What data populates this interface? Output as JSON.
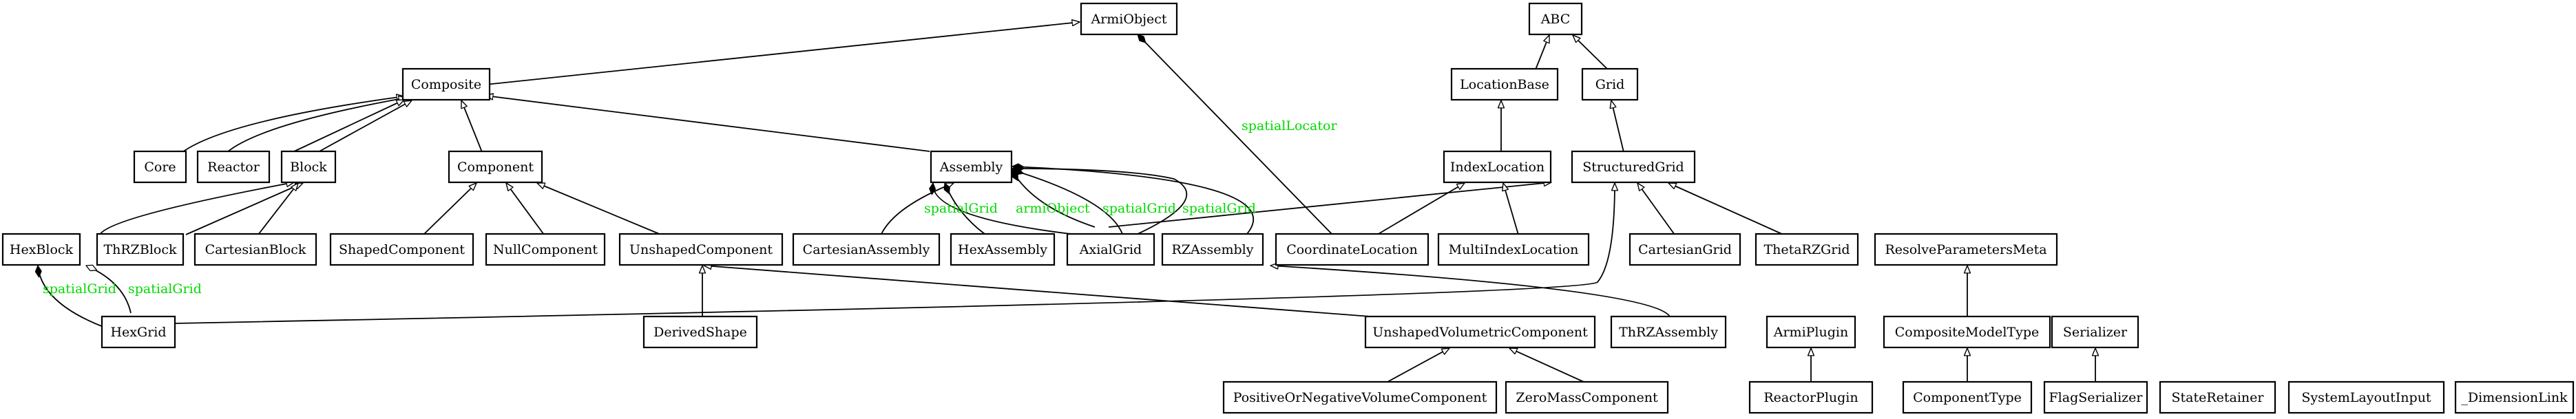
{
  "diagram": {
    "label_color": "#00d900",
    "nodes": {
      "ArmiObject": "ArmiObject",
      "ABC": "ABC",
      "LocationBase": "LocationBase",
      "Grid": "Grid",
      "Composite": "Composite",
      "IndexLocation": "IndexLocation",
      "StructuredGrid": "StructuredGrid",
      "Core": "Core",
      "Reactor": "Reactor",
      "Block": "Block",
      "Component": "Component",
      "Assembly": "Assembly",
      "HexBlock": "HexBlock",
      "ThRZBlock": "ThRZBlock",
      "CartesianBlock": "CartesianBlock",
      "ShapedComponent": "ShapedComponent",
      "NullComponent": "NullComponent",
      "UnshapedComponent": "UnshapedComponent",
      "CartesianAssembly": "CartesianAssembly",
      "HexAssembly": "HexAssembly",
      "AxialGrid": "AxialGrid",
      "RZAssembly": "RZAssembly",
      "CoordinateLocation": "CoordinateLocation",
      "MultiIndexLocation": "MultiIndexLocation",
      "CartesianGrid": "CartesianGrid",
      "ThetaRZGrid": "ThetaRZGrid",
      "ResolveParametersMeta": "ResolveParametersMeta",
      "HexGrid": "HexGrid",
      "DerivedShape": "DerivedShape",
      "UnshapedVolumetricComponent": "UnshapedVolumetricComponent",
      "ThRZAssembly": "ThRZAssembly",
      "ArmiPlugin": "ArmiPlugin",
      "CompositeModelType": "CompositeModelType",
      "Serializer": "Serializer",
      "PositiveOrNegativeVolumeComponent": "PositiveOrNegativeVolumeComponent",
      "ZeroMassComponent": "ZeroMassComponent",
      "ReactorPlugin": "ReactorPlugin",
      "ComponentType": "ComponentType",
      "FlagSerializer": "FlagSerializer",
      "StateRetainer": "StateRetainer",
      "SystemLayoutInput": "SystemLayoutInput",
      "DimensionLink": "_DimensionLink"
    },
    "edge_labels": {
      "spatialLocator": "spatialLocator",
      "asm_spatialGrid_1": "spatialGrid",
      "asm_armiObject": "armiObject",
      "asm_spatialGrid_2": "spatialGrid",
      "asm_spatialGrid_3": "spatialGrid",
      "hex_spatialGrid_1": "spatialGrid",
      "hex_spatialGrid_2": "spatialGrid"
    },
    "inheritance": [
      [
        "Composite",
        "ArmiObject"
      ],
      [
        "LocationBase",
        "ABC"
      ],
      [
        "Grid",
        "ABC"
      ],
      [
        "IndexLocation",
        "LocationBase"
      ],
      [
        "StructuredGrid",
        "Grid"
      ],
      [
        "Core",
        "Composite"
      ],
      [
        "Reactor",
        "Composite"
      ],
      [
        "Block",
        "Composite"
      ],
      [
        "Component",
        "Composite"
      ],
      [
        "Assembly",
        "Composite"
      ],
      [
        "HexBlock",
        "Block"
      ],
      [
        "ThRZBlock",
        "Block"
      ],
      [
        "CartesianBlock",
        "Block"
      ],
      [
        "ShapedComponent",
        "Component"
      ],
      [
        "NullComponent",
        "Component"
      ],
      [
        "UnshapedComponent",
        "Component"
      ],
      [
        "CartesianAssembly",
        "Assembly"
      ],
      [
        "HexAssembly",
        "Assembly"
      ],
      [
        "RZAssembly",
        "Assembly"
      ],
      [
        "AxialGrid",
        "StructuredGrid"
      ],
      [
        "CoordinateLocation",
        "IndexLocation"
      ],
      [
        "MultiIndexLocation",
        "IndexLocation"
      ],
      [
        "CartesianGrid",
        "StructuredGrid"
      ],
      [
        "ThetaRZGrid",
        "StructuredGrid"
      ],
      [
        "HexGrid",
        "StructuredGrid"
      ],
      [
        "DerivedShape",
        "UnshapedComponent"
      ],
      [
        "UnshapedVolumetricComponent",
        "UnshapedComponent"
      ],
      [
        "ThRZAssembly",
        "RZAssembly"
      ],
      [
        "CompositeModelType",
        "ResolveParametersMeta"
      ],
      [
        "ReactorPlugin",
        "ArmiPlugin"
      ],
      [
        "ComponentType",
        "CompositeModelType"
      ],
      [
        "FlagSerializer",
        "Serializer"
      ],
      [
        "PositiveOrNegativeVolumeComponent",
        "UnshapedVolumetricComponent"
      ],
      [
        "ZeroMassComponent",
        "UnshapedVolumetricComponent"
      ]
    ]
  }
}
